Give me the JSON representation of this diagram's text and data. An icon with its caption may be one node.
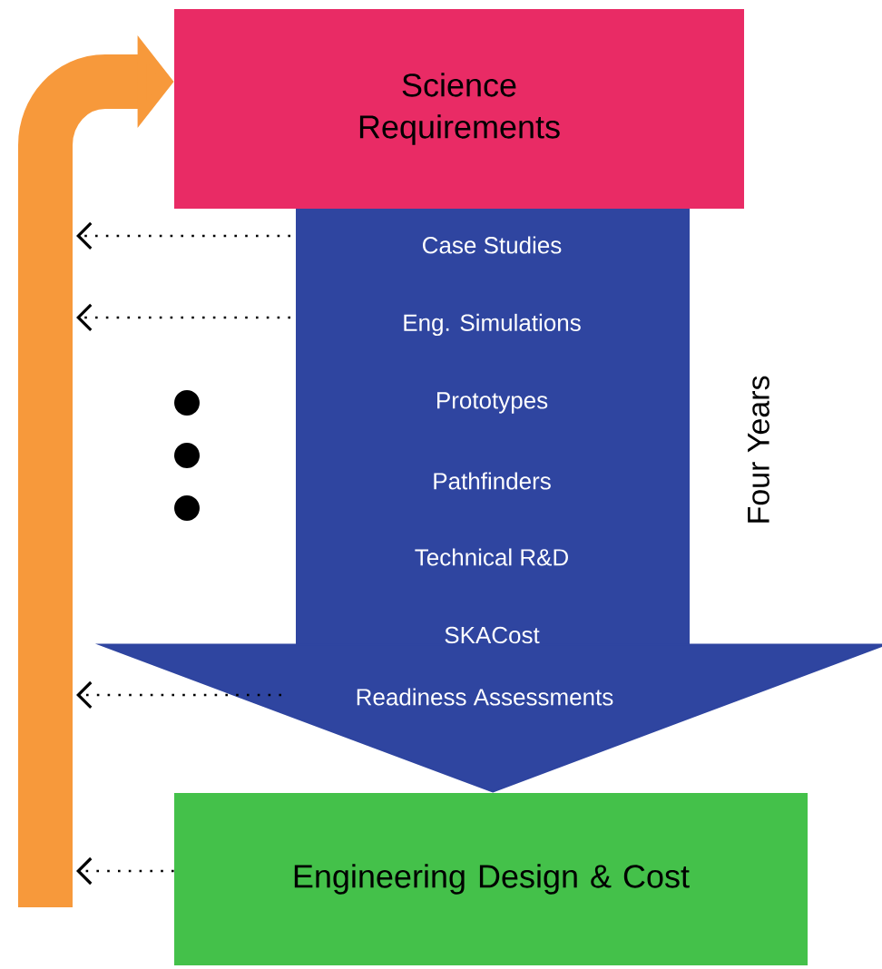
{
  "diagram": {
    "nodes": [
      {
        "text": [
          "Science Requirements"
        ]
      },
      {
        "text": [
          "Case Studies",
          "Eng. Simulations",
          "Prototypes",
          "Pathfinders",
          "Technical R&D",
          "SKACost"
        ]
      },
      {
        "text": [
          "Engineering Design & Cost"
        ]
      }
    ],
    "edges": [
      {
        "from": null,
        "to": 0,
        "arrow": "to",
        "style": "thick",
        "color": "#f7993b"
      },
      {
        "from": 1,
        "to": null,
        "arrow": "to",
        "style": "dashed"
      },
      {
        "from": 1,
        "to": null,
        "arrow": "to",
        "style": "dashed"
      },
      {
        "from": 1,
        "to": null,
        "arrow": "to",
        "style": "dashed"
      },
      {
        "from": 2,
        "to": null,
        "arrow": "to",
        "style": "dashed"
      },
      {
        "from": 1,
        "to": 2,
        "arrow": "to",
        "label": "Readiness Assessments",
        "style": "thick",
        "color": "#2f45a0"
      }
    ],
    "labels": [
      "Four Years"
    ]
  }
}
